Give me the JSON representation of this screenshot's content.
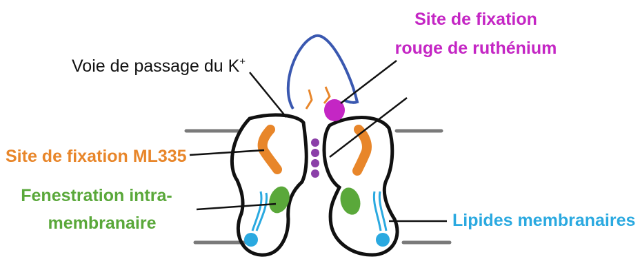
{
  "labels": {
    "k_pathway": "Voie de passage du K",
    "k_superscript": "+",
    "ruthenium_line1": "Site de fixation",
    "ruthenium_line2": "rouge de ruthénium",
    "ml335": "Site de fixation ML335",
    "fenestration_line1": "Fenestration intra-",
    "fenestration_line2": "membranaire",
    "lipids": "Lipides membranaires"
  },
  "colors": {
    "ruthenium": "#c426c4",
    "ml335": "#e8862a",
    "fenestration": "#5aa83a",
    "lipids": "#2aa9e0",
    "ion": "#8b3fa8",
    "cap": "#3a58b0",
    "membrane": "#7a7a7a",
    "outline": "#111111"
  }
}
